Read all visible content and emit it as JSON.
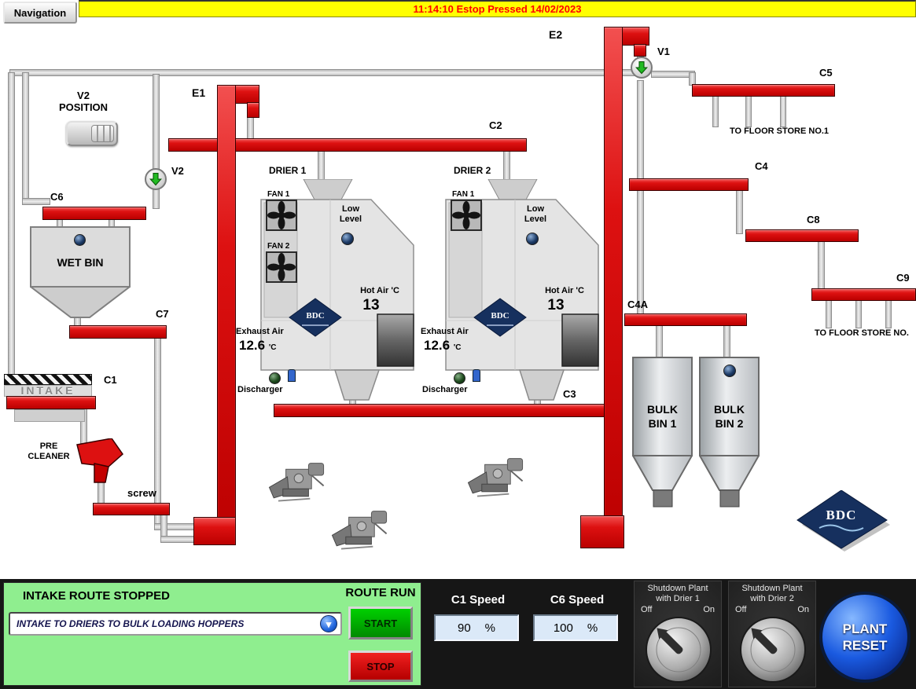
{
  "banner": {
    "alarm_text": "11:14:10 Estop Pressed 14/02/2023"
  },
  "nav": {
    "label": "Navigation"
  },
  "mimic": {
    "conveyors": {
      "c1": "C1",
      "c2": "C2",
      "c3": "C3",
      "c4": "C4",
      "c4a": "C4A",
      "c5": "C5",
      "c6": "C6",
      "c7": "C7",
      "c8": "C8",
      "c9": "C9",
      "e1": "E1",
      "e2": "E2"
    },
    "valves": {
      "v1": "V1",
      "v2": "V2",
      "v2_position_line1": "V2",
      "v2_position_line2": "POSITION"
    },
    "wet_bin": "WET BIN",
    "intake": "INTAKE",
    "pre_cleaner_line1": "PRE",
    "pre_cleaner_line2": "CLEANER",
    "screw": "screw",
    "floor_store_1": "TO FLOOR STORE NO.1",
    "floor_store_2": "TO FLOOR STORE NO.",
    "bulk_bin_1_line1": "BULK",
    "bulk_bin_1_line2": "BIN 1",
    "bulk_bin_2_line1": "BULK",
    "bulk_bin_2_line2": "BIN 2",
    "bdc": "BDC",
    "drier1": {
      "title": "DRIER 1",
      "fan1": "FAN 1",
      "fan2": "FAN 2",
      "low_level": "Low Level",
      "hot_air_label": "Hot Air 'C",
      "hot_air_value": "13",
      "exhaust_label": "Exhaust Air",
      "exhaust_value": "12.6",
      "exhaust_unit": "'C",
      "discharger": "Discharger"
    },
    "drier2": {
      "title": "DRIER 2",
      "fan1": "FAN 1",
      "low_level": "Low Level",
      "hot_air_label": "Hot Air 'C",
      "hot_air_value": "13",
      "exhaust_label": "Exhaust Air",
      "exhaust_value": "12.6",
      "exhaust_unit": "'C",
      "discharger": "Discharger"
    }
  },
  "controls": {
    "route_status": "INTAKE ROUTE STOPPED",
    "route_run": "ROUTE RUN",
    "route_selection": "INTAKE TO DRIERS TO BULK LOADING HOPPERS",
    "start": "START",
    "stop": "STOP",
    "c1_speed_label": "C1 Speed",
    "c1_speed_value": "90",
    "c6_speed_label": "C6 Speed",
    "c6_speed_value": "100",
    "percent": "%",
    "shutdown1_line1": "Shutdown Plant",
    "shutdown1_line2": "with Drier 1",
    "shutdown2_line1": "Shutdown Plant",
    "shutdown2_line2": "with Drier 2",
    "off": "Off",
    "on": "On",
    "plant_reset_line1": "PLANT",
    "plant_reset_line2": "RESET"
  },
  "colors": {
    "conveyor_red": "#dd1111",
    "alarm_bg": "#ffff00",
    "alarm_text": "#ff0000",
    "panel_green": "#8fee8f",
    "reset_blue": "#1a5ae0",
    "valve_green": "#22bb22"
  }
}
